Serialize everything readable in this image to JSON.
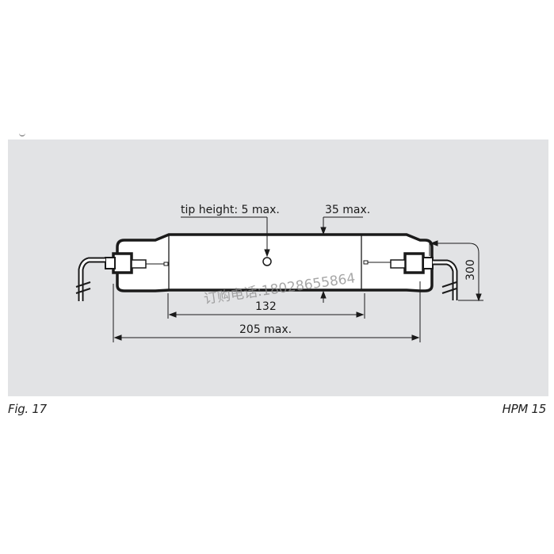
{
  "figure": {
    "caption_left": "Fig. 17",
    "caption_right": "HPM 15",
    "background_color": "#e2e3e5",
    "line_color": "#1a1a1a"
  },
  "dimensions": {
    "tip_height": "tip height: 5 max.",
    "diameter": "35 max.",
    "body_length": "132",
    "overall_length": "205 max.",
    "lead_length": "300"
  },
  "watermark": {
    "text": "订购电话:18028655864"
  }
}
